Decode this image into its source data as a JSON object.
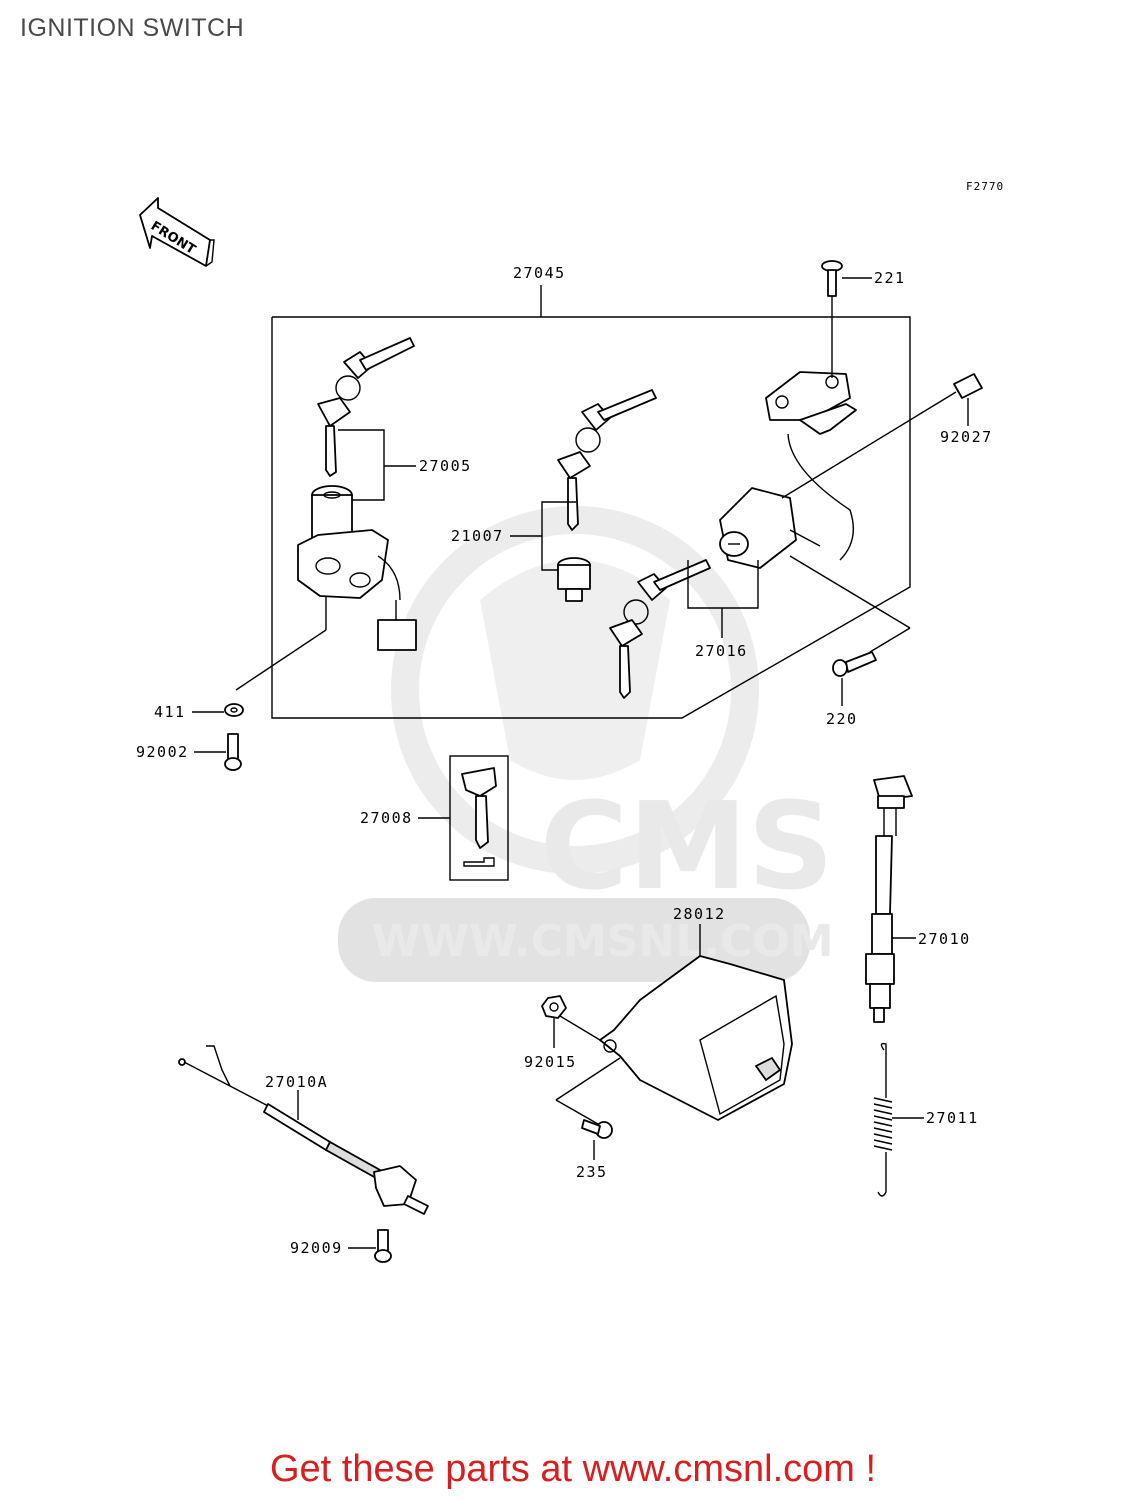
{
  "title": "IGNITION SWITCH",
  "figure_code": "F2770",
  "front_label": "FRONT",
  "watermark": {
    "brand": "CMS",
    "url": "WWW.CMSNL.COM"
  },
  "parts": {
    "p27045": "27045",
    "p221": "221",
    "p92027": "92027",
    "p27005": "27005",
    "p21007": "21007",
    "p27016": "27016",
    "p411": "411",
    "p220": "220",
    "p92002": "92002",
    "p27008": "27008",
    "p28012": "28012",
    "p27010": "27010",
    "p92015": "92015",
    "p27010A": "27010A",
    "p27011": "27011",
    "p235": "235",
    "p92009": "92009"
  },
  "footer": "Get these parts at www.cmsnl.com !"
}
